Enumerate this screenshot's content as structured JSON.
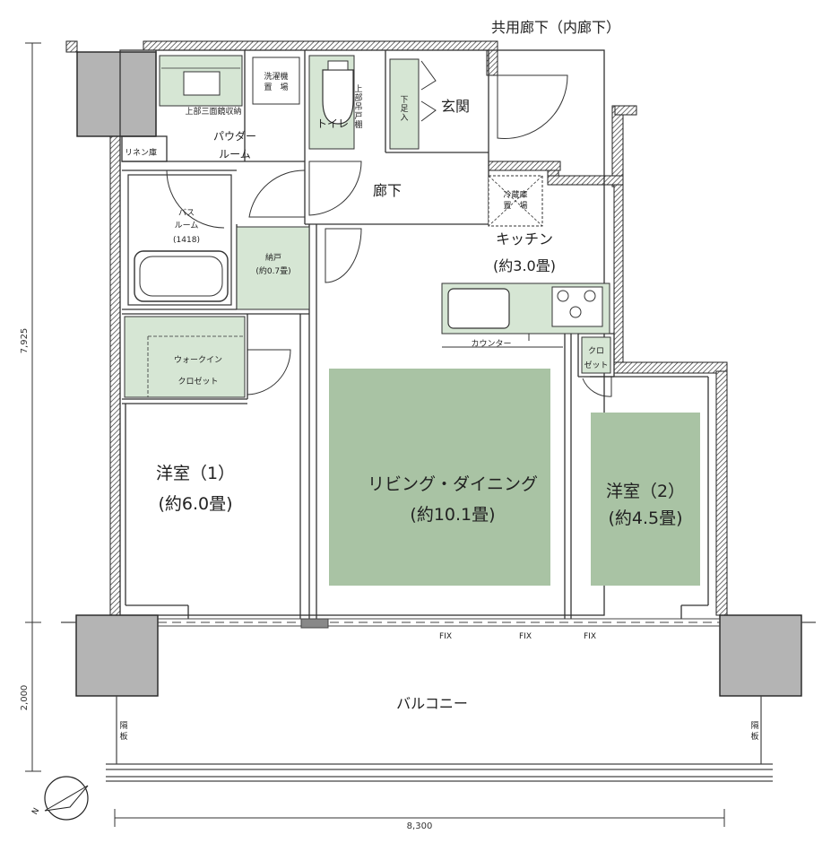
{
  "corridor_label": "共用廊下（内廊下）",
  "rooms": {
    "entrance": "玄関",
    "hallway": "廊下",
    "toilet": "トイレ",
    "powder_room_line1": "パウダー",
    "powder_room_line2": "ルーム",
    "bath_line1": "バス",
    "bath_line2": "ルーム",
    "bath_size": "(1418)",
    "storage_line1": "納戸",
    "storage_line2": "(約0.7畳)",
    "kitchen_line1": "キッチン",
    "kitchen_line2": "(約3.0畳)",
    "walkin_line1": "ウォークイン",
    "walkin_line2": "クロゼット",
    "western1_line1": "洋室（1）",
    "western1_line2": "(約6.0畳)",
    "living_line1": "リビング・ダイニング",
    "living_line2": "(約10.1畳)",
    "western2_line1": "洋室（2）",
    "western2_line2": "(約4.5畳)",
    "closet_line1": "クロ",
    "closet_line2": "ゼット",
    "balcony": "バルコニー"
  },
  "fixtures": {
    "linen": "リネン庫",
    "mirror_storage": "上部三面鏡収納",
    "washer_line1": "洗濯機",
    "washer_line2": "置　場",
    "upper_cabinet_chars": [
      "上",
      "部",
      "吊",
      "戸",
      "棚"
    ],
    "shoe_box_chars": [
      "下",
      "足",
      "入"
    ],
    "fridge_line1": "冷蔵庫",
    "fridge_line2": "置　場",
    "counter": "カウンター",
    "partition_chars": [
      "隔",
      "板"
    ],
    "fix_labels": [
      "FIX",
      "FIX",
      "FIX"
    ]
  },
  "dimensions": {
    "height_main": "7,925",
    "height_balcony": "2,000",
    "width": "8,300"
  },
  "compass": {
    "north_label": "N"
  },
  "colors": {
    "room_floor": "#a9c3a4",
    "fixture_fill": "#d6e6d4",
    "pillar": "#b4b4b4",
    "wall_outline": "#222222"
  }
}
